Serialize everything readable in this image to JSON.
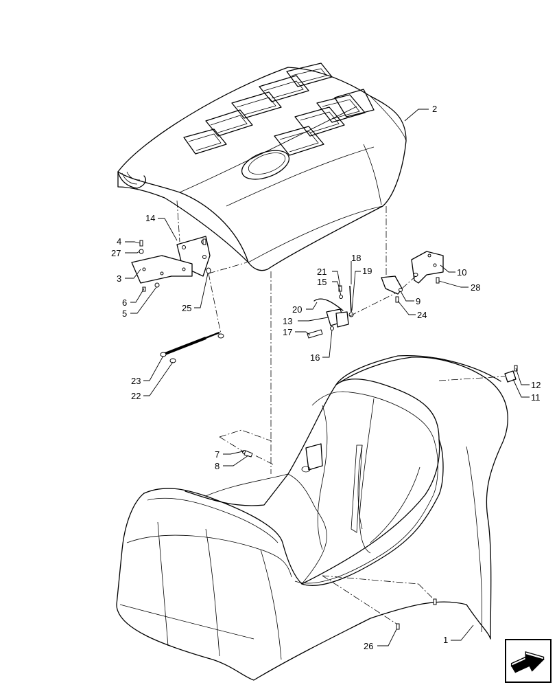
{
  "callouts": [
    {
      "id": "c1",
      "text": "1"
    },
    {
      "id": "c2",
      "text": "2"
    },
    {
      "id": "c3",
      "text": "3"
    },
    {
      "id": "c4",
      "text": "4"
    },
    {
      "id": "c5",
      "text": "5"
    },
    {
      "id": "c6",
      "text": "6"
    },
    {
      "id": "c7",
      "text": "7"
    },
    {
      "id": "c8",
      "text": "8"
    },
    {
      "id": "c9",
      "text": "9"
    },
    {
      "id": "c10",
      "text": "10"
    },
    {
      "id": "c11",
      "text": "11"
    },
    {
      "id": "c12",
      "text": "12"
    },
    {
      "id": "c13",
      "text": "13"
    },
    {
      "id": "c14",
      "text": "14"
    },
    {
      "id": "c15",
      "text": "15"
    },
    {
      "id": "c16",
      "text": "16"
    },
    {
      "id": "c17",
      "text": "17"
    },
    {
      "id": "c18",
      "text": "18"
    },
    {
      "id": "c19",
      "text": "19"
    },
    {
      "id": "c20",
      "text": "20"
    },
    {
      "id": "c21",
      "text": "21"
    },
    {
      "id": "c22",
      "text": "22"
    },
    {
      "id": "c23",
      "text": "23"
    },
    {
      "id": "c24",
      "text": "24"
    },
    {
      "id": "c25",
      "text": "25"
    },
    {
      "id": "c26",
      "text": "26"
    },
    {
      "id": "c27",
      "text": "27"
    },
    {
      "id": "c28",
      "text": "28"
    }
  ],
  "nav_icon": "next-page-arrow-icon"
}
